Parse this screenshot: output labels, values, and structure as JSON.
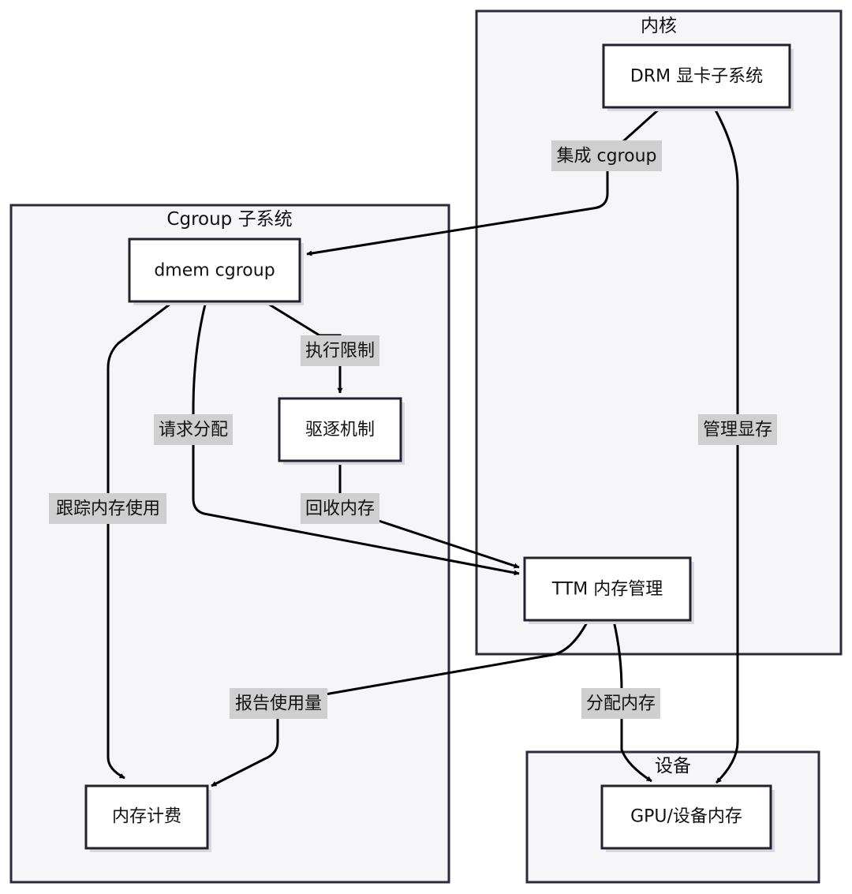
{
  "clusters": {
    "kernel": "内核",
    "cgroup": "Cgroup 子系统",
    "device": "设备"
  },
  "nodes": {
    "drm": "DRM 显卡子系统",
    "dmem": "dmem cgroup",
    "eviction": "驱逐机制",
    "accounting": "内存计费",
    "ttm": "TTM 内存管理",
    "gpu_mem": "GPU/设备内存"
  },
  "edges": {
    "integrate": "集成 cgroup",
    "manage_vram": "管理显存",
    "enforce_limit": "执行限制",
    "request_alloc": "请求分配",
    "track_usage": "跟踪内存使用",
    "reclaim": "回收内存",
    "report_usage": "报告使用量",
    "allocate": "分配内存"
  }
}
